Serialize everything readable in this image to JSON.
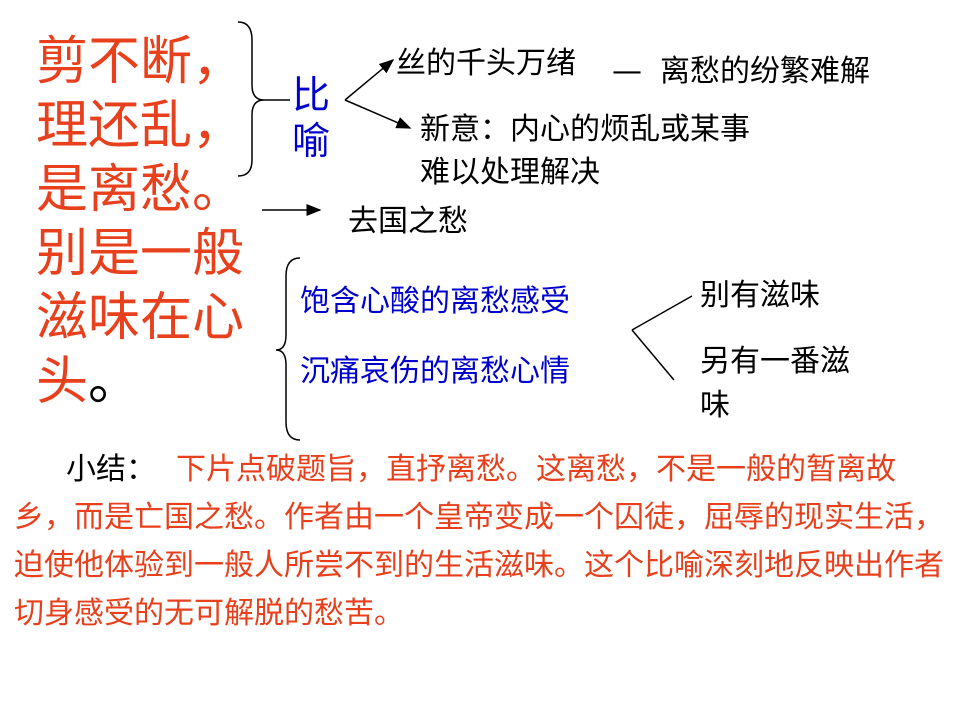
{
  "poem": {
    "lines": [
      "剪不断，",
      "理还乱，",
      "是离愁。",
      "别是一般",
      "滋味在心",
      "头"
    ],
    "end_mark": "。"
  },
  "metaphor": {
    "label_line1": "比",
    "label_line2": "喻"
  },
  "branch_top": {
    "text": "丝的千头万绪",
    "dash": "—",
    "meaning": "离愁的纷繁难解"
  },
  "branch_new": {
    "line1": "新意：内心的烦乱或某事",
    "line2": "难以处理解决"
  },
  "homeland": {
    "text": "去国之愁"
  },
  "feelings": {
    "item1": "饱含心酸的离愁感受",
    "item2": "沉痛哀伤的离愁心情"
  },
  "flavor": {
    "item1": "别有滋味",
    "item2_line1": "另有一番滋",
    "item2_line2": "味"
  },
  "summary": {
    "lead": "小结：",
    "text": "下片点破题旨，直抒离愁。这离愁，不是一般的暂离故乡，而是亡国之愁。作者由一个皇帝变成一个囚徒，屈辱的现实生活，迫使他体验到一般人所尝不到的生活滋味。这个比喻深刻地反映出作者切身感受的无可解脱的愁苦。"
  },
  "colors": {
    "red": "#e8401c",
    "blue": "#0000cc",
    "black": "#000000"
  }
}
